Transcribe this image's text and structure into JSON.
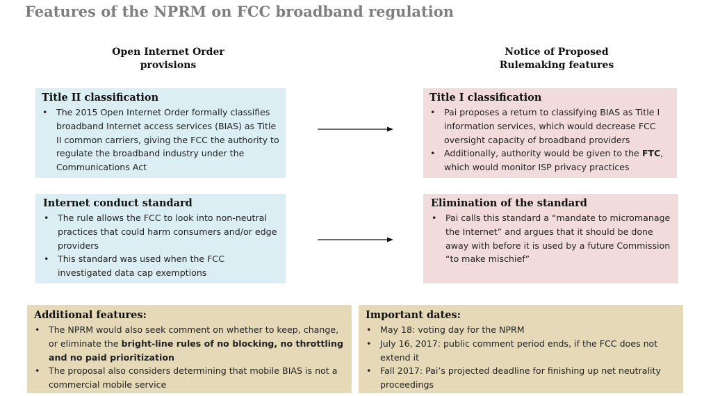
{
  "title": "Features of the NPRM on FCC broadband regulation",
  "columns": {
    "left": "Open Internet Order\nprovisions",
    "right": "Notice of Proposed\nRulemaking features"
  },
  "rows": [
    {
      "left": {
        "heading": "Title II classification",
        "bullets": [
          [
            {
              "t": "The 2015 Open Internet Order formally classifies broadband Internet access services (BIAS) as Title II common carriers, giving the FCC the authority to regulate the broadband industry under the Communications Act"
            }
          ]
        ]
      },
      "right": {
        "heading": "Title I classification",
        "bullets": [
          [
            {
              "t": "Pai proposes a return to classifying BIAS as Title I information services, which would decrease FCC oversight capacity of broadband providers"
            }
          ],
          [
            {
              "t": "Additionally, authority would be given to the "
            },
            {
              "t": "FTC",
              "b": true
            },
            {
              "t": ", which would monitor ISP privacy practices"
            }
          ]
        ]
      }
    },
    {
      "left": {
        "heading": "Internet conduct standard",
        "bullets": [
          [
            {
              "t": "The rule allows the FCC to look into non-neutral practices that could harm consumers and/or edge providers"
            }
          ],
          [
            {
              "t": "This standard was used when the FCC investigated data cap exemptions"
            }
          ]
        ]
      },
      "right": {
        "heading": "Elimination of the standard",
        "bullets": [
          [
            {
              "t": "Pai calls this standard a “mandate to micromanage the Internet” and argues that it should be done away with before it is used by a future Commission “to make mischief”"
            }
          ]
        ]
      }
    }
  ],
  "bottom": [
    {
      "heading": "Additional features:",
      "bullets": [
        [
          {
            "t": "The NPRM would also seek comment on whether to keep, change, or eliminate the "
          },
          {
            "t": "bright-line rules of no blocking, no throttling and no paid prioritization",
            "b": true
          }
        ],
        [
          {
            "t": "The proposal also considers determining that mobile BIAS is not a commercial mobile service"
          }
        ]
      ]
    },
    {
      "heading": "Important dates:",
      "bullets": [
        [
          {
            "t": "May 18: voting day for the NPRM"
          }
        ],
        [
          {
            "t": "July 16, 2017: public comment period ends, if the FCC does not extend it"
          }
        ],
        [
          {
            "t": "Fall 2017: Pai’s projected deadline for finishing up net neutrality proceedings"
          }
        ]
      ]
    }
  ],
  "colors": {
    "left_box": "#daeef3",
    "right_box": "#f2dcdb",
    "bottom_box": "#e6d9b8",
    "title": "#7f7f7f"
  }
}
